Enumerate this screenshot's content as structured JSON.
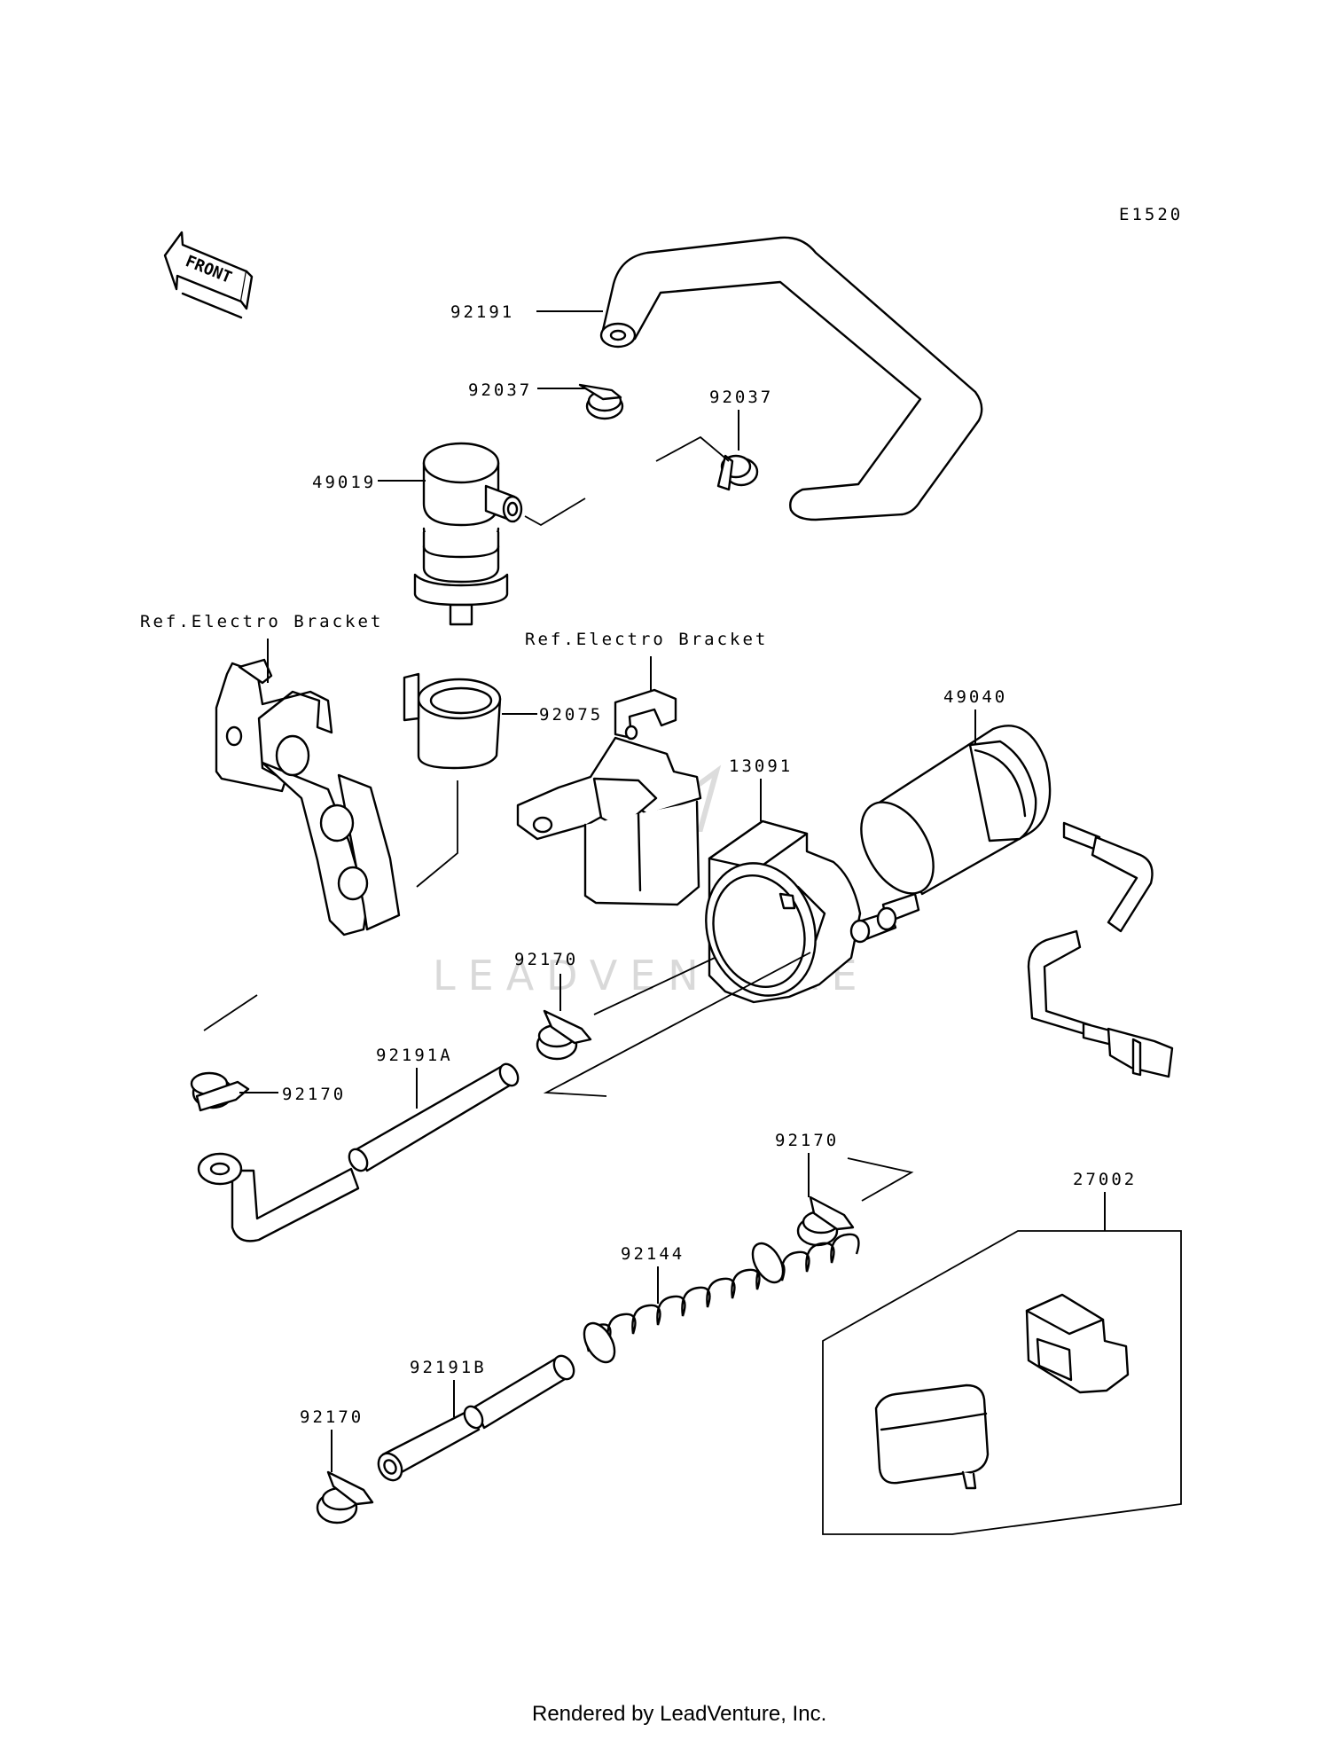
{
  "diagram_id": "E1520",
  "watermark": "LEADVENTURE",
  "front_label": "FRONT",
  "footer": "Rendered by LeadVenture, Inc.",
  "labels": {
    "p92191": "92191",
    "p92037a": "92037",
    "p92037b": "92037",
    "p49019": "49019",
    "ref_bracket_1": "Ref.Electro Bracket",
    "ref_bracket_2": "Ref.Electro Bracket",
    "p92075": "92075",
    "p49040": "49040",
    "p13091": "13091",
    "p92170a": "92170",
    "p92170b": "92170",
    "p92191A": "92191A",
    "p92170c": "92170",
    "p27002": "27002",
    "p92144": "92144",
    "p92191B": "92191B",
    "p92170d": "92170"
  }
}
